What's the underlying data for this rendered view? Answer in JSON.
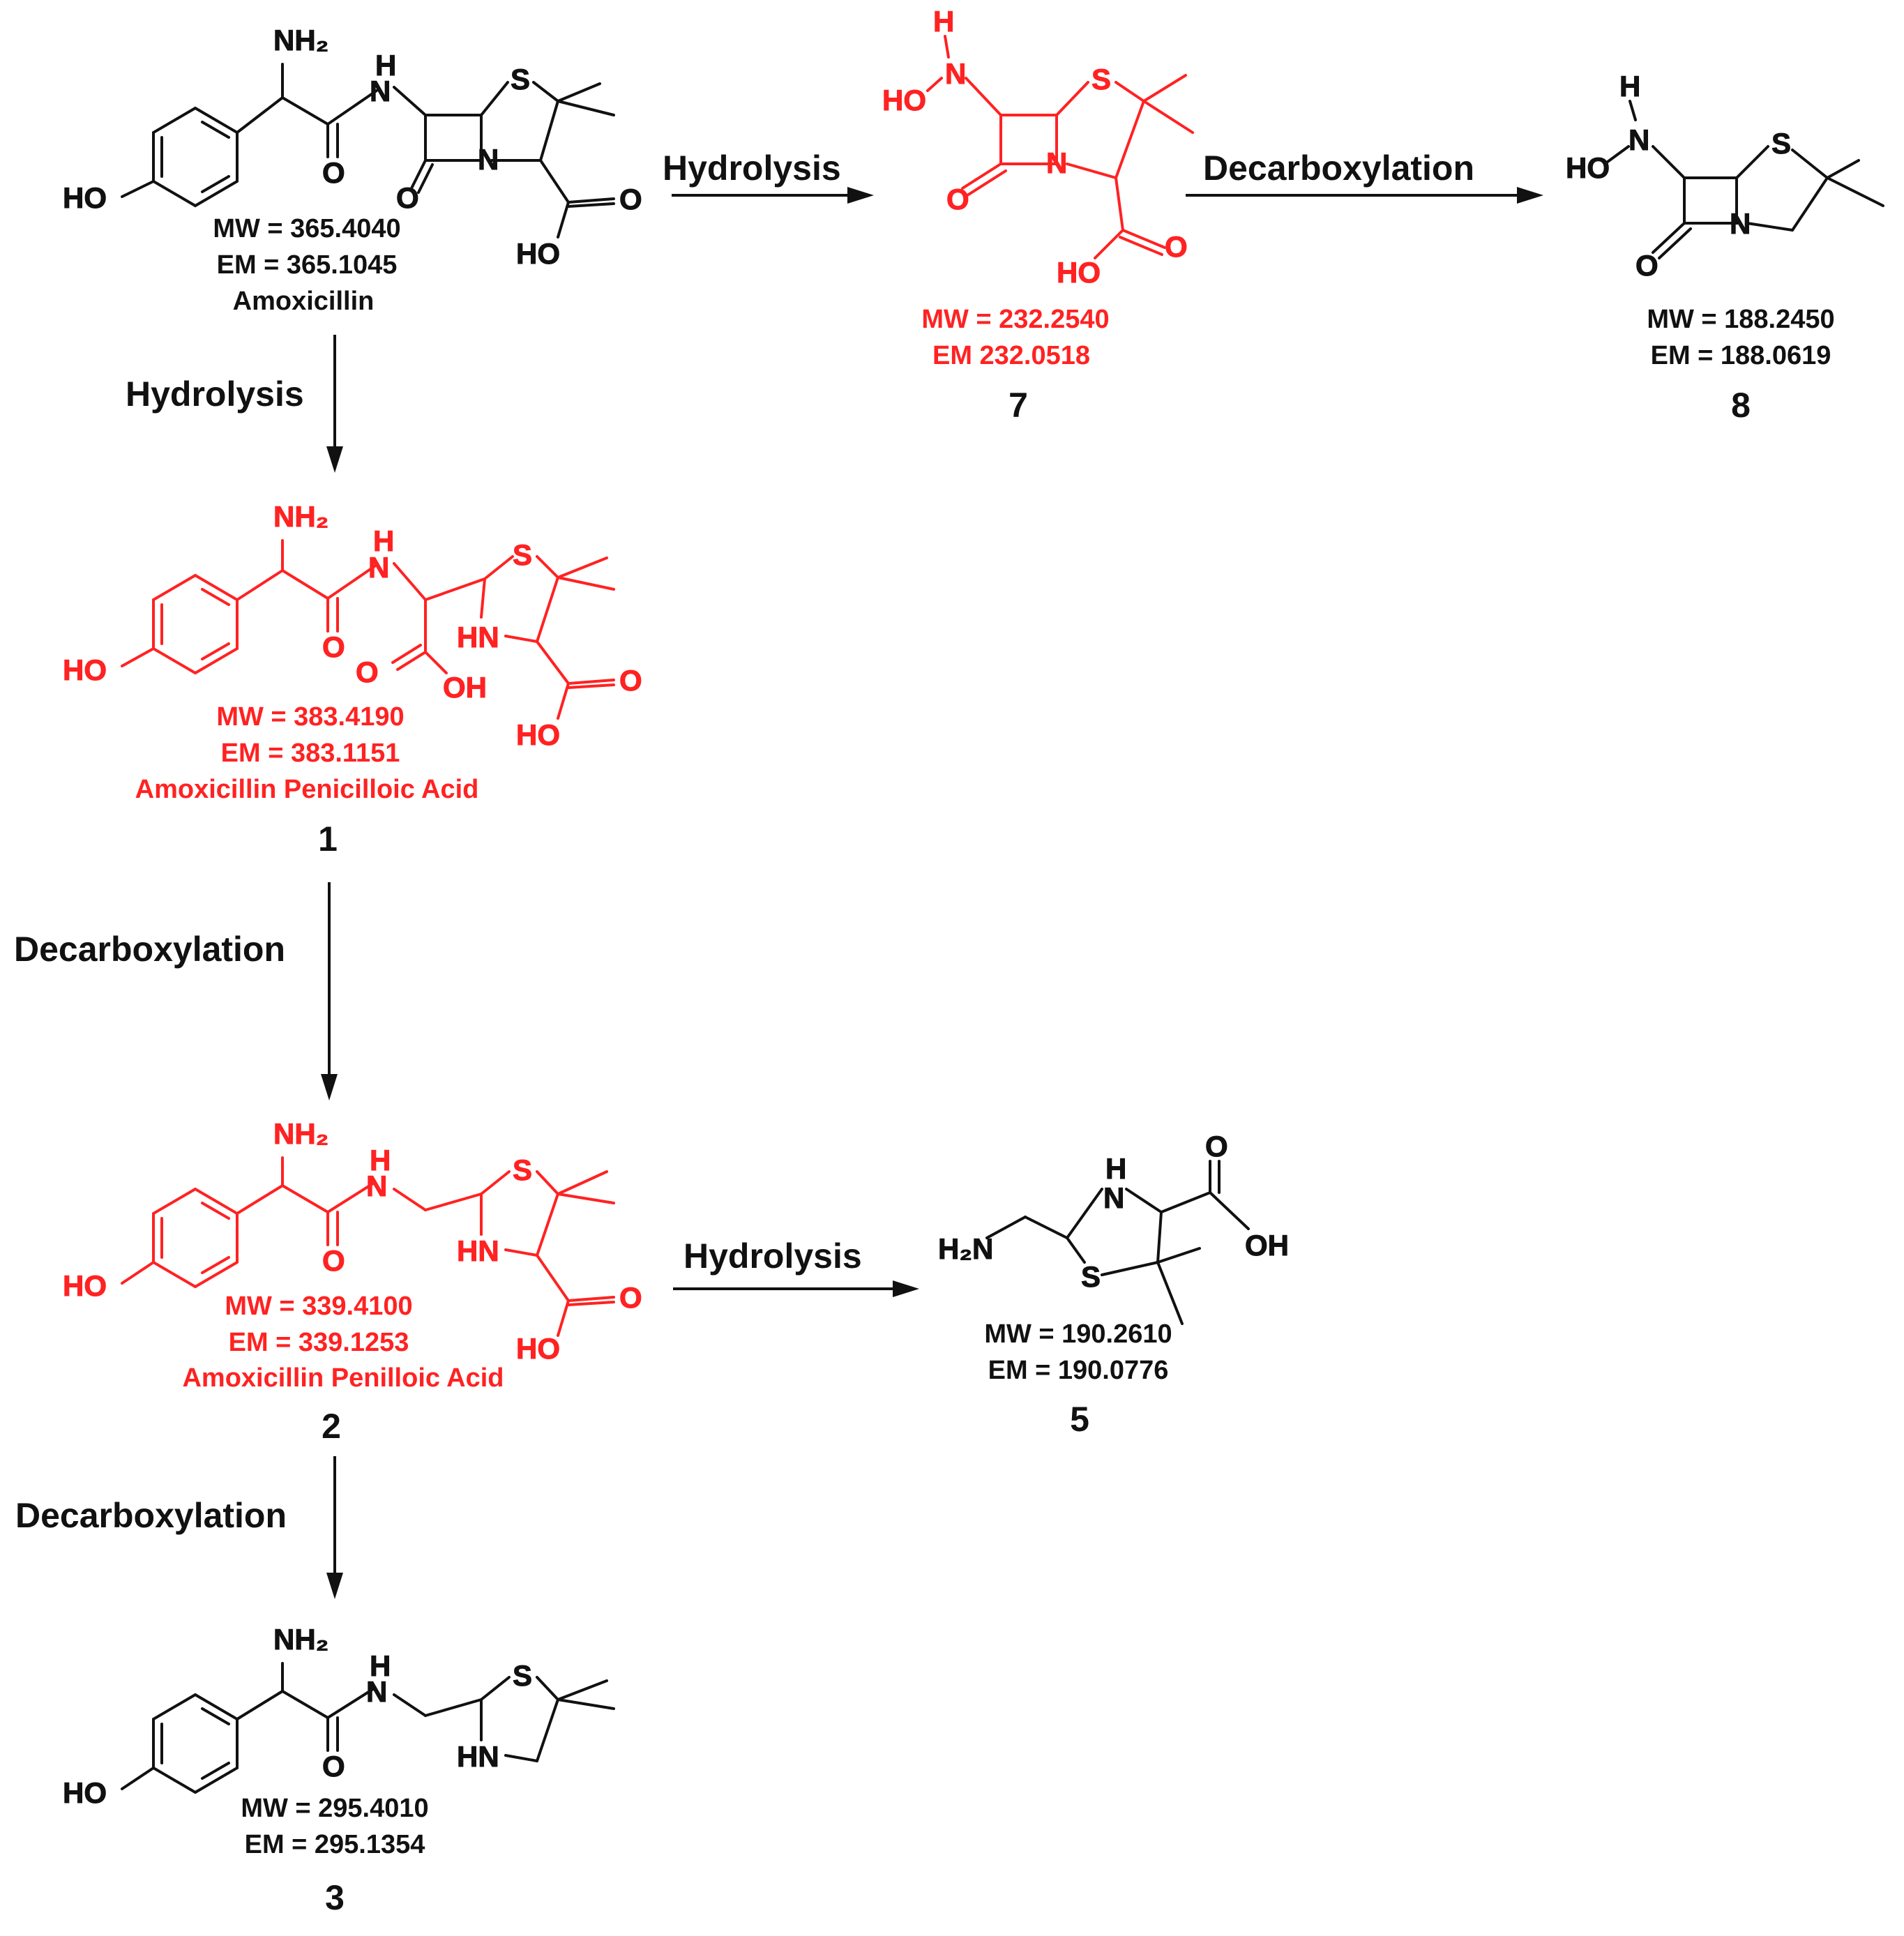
{
  "colors": {
    "black": "#111111",
    "red": "#ff2222"
  },
  "compounds": {
    "amoxicillin": {
      "color": "black",
      "mw": "MW = 365.4040",
      "em": "EM = 365.1045",
      "name": "Amoxicillin",
      "number": ""
    },
    "c1": {
      "color": "red",
      "mw": "MW = 383.4190",
      "em": "EM = 383.1151",
      "name": "Amoxicillin Penicilloic Acid",
      "number": "1"
    },
    "c2": {
      "color": "red",
      "mw": "MW = 339.4100",
      "em": "EM = 339.1253",
      "name": "Amoxicillin Penilloic Acid",
      "number": "2"
    },
    "c3": {
      "color": "black",
      "mw": "MW = 295.4010",
      "em": "EM = 295.1354",
      "name": "",
      "number": "3"
    },
    "c5": {
      "color": "black",
      "mw": "MW = 190.2610",
      "em": "EM = 190.0776",
      "name": "",
      "number": "5"
    },
    "c7": {
      "color": "red",
      "mw": "MW = 232.2540",
      "em": "EM 232.0518",
      "name": "",
      "number": "7"
    },
    "c8": {
      "color": "black",
      "mw": "MW = 188.2450",
      "em": "EM = 188.0619",
      "name": "",
      "number": "8"
    }
  },
  "reactions": {
    "amox_to_1": "Hydrolysis",
    "amox_to_7": "Hydrolysis",
    "c7_to_8": "Decarboxylation",
    "c1_to_2": "Decarboxylation",
    "c2_to_3": "Decarboxylation",
    "c2_to_5": "Hydrolysis"
  },
  "atom_labels": {
    "NH2": "NH₂",
    "H2N": "H₂N",
    "NH_N": "N",
    "NH_H": "H",
    "O": "O",
    "HO": "HO",
    "OH": "OH",
    "S": "S",
    "N": "N",
    "HN": "HN",
    "H": "H"
  }
}
